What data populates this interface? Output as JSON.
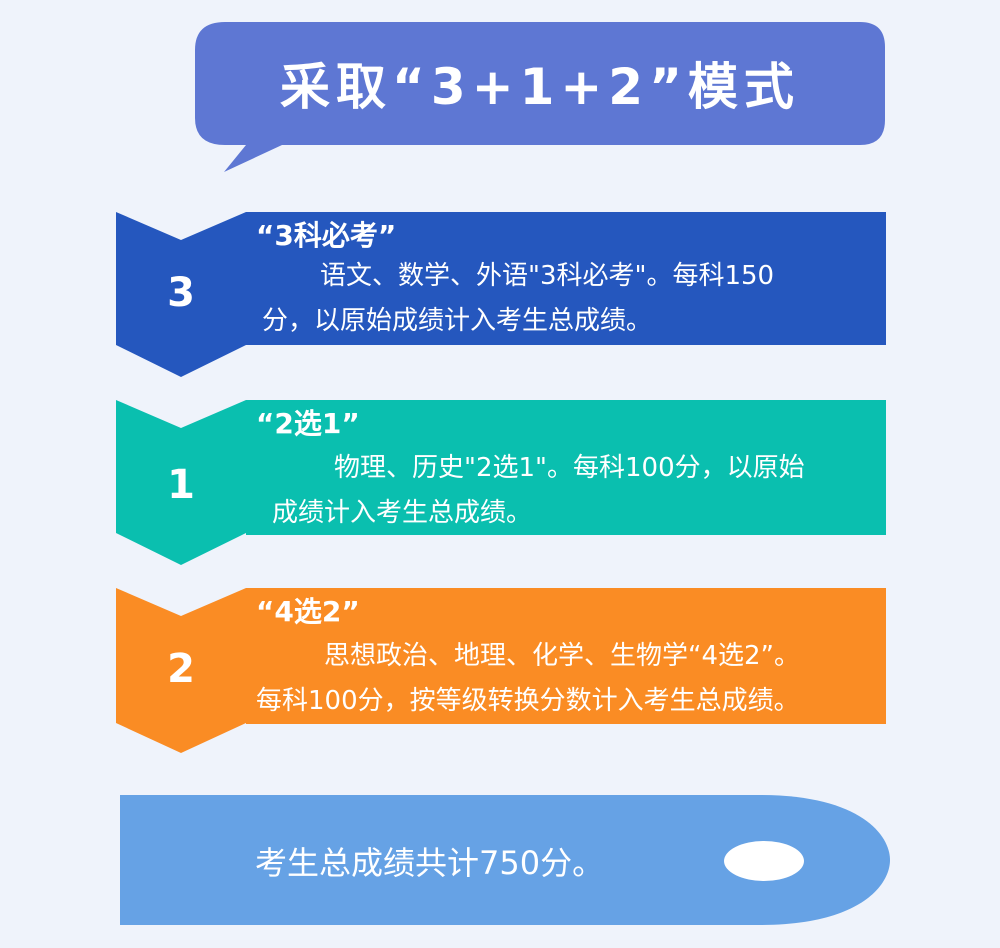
{
  "title": "采取“3+1+2”模式",
  "colors": {
    "title_bubble": "#5e77d3",
    "row1": "#2557be",
    "row2": "#0abfaf",
    "row3": "#fa8c24",
    "footer": "#66a2e5",
    "background": "#eff3fb"
  },
  "rows": [
    {
      "number": "3",
      "title": "“3科必考”",
      "body_line1": "语文、数学、外语\"3科必考\"。每科150",
      "body_line2": "分，以原始成绩计入考生总成绩。"
    },
    {
      "number": "1",
      "title": "“2选1”",
      "body_line1": "物理、历史\"2选1\"。每科100分，以原始",
      "body_line2": "成绩计入考生总成绩。"
    },
    {
      "number": "2",
      "title": "“4选2”",
      "body_line1": "思想政治、地理、化学、生物学“4选2”。",
      "body_line2": "每科100分，按等级转换分数计入考生总成绩。"
    }
  ],
  "footer": {
    "text": "考生总成绩共计750分。"
  }
}
